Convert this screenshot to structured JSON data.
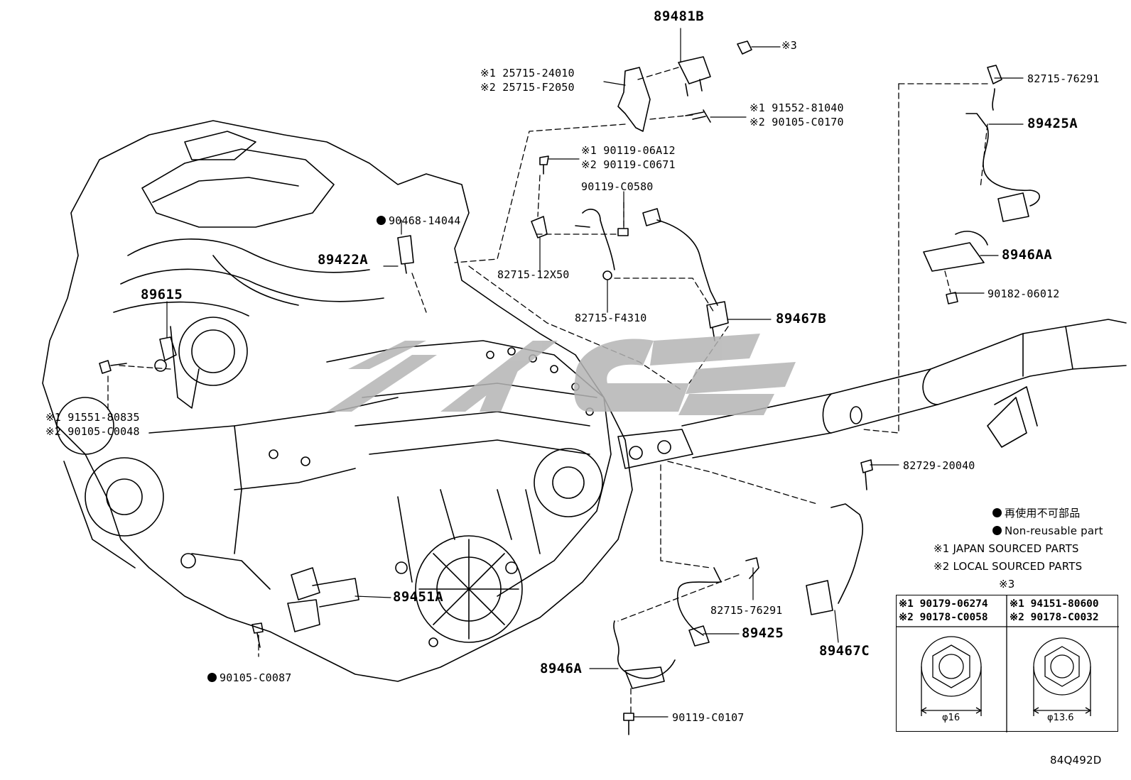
{
  "diagram_code": "84Q492D",
  "labels": {
    "p89481B": "89481B",
    "sym3_top": "※3",
    "p25715_1": "※1 25715-24010",
    "p25715_2": "※2 25715-F2050",
    "p91552_1": "※1 91552-81040",
    "p90105_2": "※2 90105-C0170",
    "p90119_06A12": "※1 90119-06A12",
    "p90119_C0671": "※2 90119-C0671",
    "p90119_C0580": "90119-C0580",
    "p90468": "90468-14044",
    "p89422A": "89422A",
    "p82715_12X50": "82715-12X50",
    "p82715_F4310": "82715-F4310",
    "p89467B": "89467B",
    "p89615": "89615",
    "p91551_1": "※1 91551-80835",
    "p90105_C0048": "※2 90105-C0048",
    "p82715_76291_top": "82715-76291",
    "p89425A": "89425A",
    "p8946AA": "8946AA",
    "p90182": "90182-06012",
    "p82729": "82729-20040",
    "p89451A": "89451A",
    "p90105_C0087": "90105-C0087",
    "p82715_76291_bot": "82715-76291",
    "p89425": "89425",
    "p8946A": "8946A",
    "p90119_C0107": "90119-C0107",
    "p89467C": "89467C"
  },
  "legend": {
    "non_reusable_jp": "再使用不可部品",
    "non_reusable_en": "Non-reusable part",
    "note1": "※1 JAPAN SOURCED PARTS",
    "note2": "※2 LOCAL SOURCED PARTS"
  },
  "nut_table": {
    "title": "※3",
    "left": {
      "line1": "※1 90179-06274",
      "line2": "※2 90178-C0058",
      "dim": "φ16"
    },
    "right": {
      "line1": "※1 94151-80600",
      "line2": "※2 90178-C0032",
      "dim": "φ13.6"
    }
  },
  "colors": {
    "ink": "#000000",
    "watermark": "#b5b5b5",
    "background": "#ffffff"
  }
}
